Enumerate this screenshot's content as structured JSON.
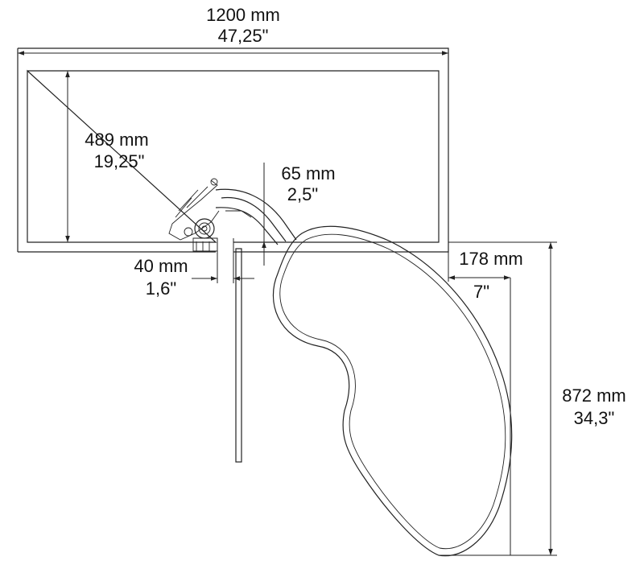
{
  "dimensions": {
    "cabinet_width": {
      "metric": "1200 mm",
      "imperial": "47,25\""
    },
    "cabinet_depth": {
      "metric": "489 mm",
      "imperial": "19,25\""
    },
    "hinge_offset": {
      "metric": "65 mm",
      "imperial": "2,5\""
    },
    "post_offset": {
      "metric": "40 mm",
      "imperial": "1,6\""
    },
    "shelf_overhang": {
      "metric": "178 mm",
      "imperial": "7\""
    },
    "shelf_extension": {
      "metric": "872 mm",
      "imperial": "34,3\""
    }
  },
  "colors": {
    "line": "#222222",
    "background": "#ffffff"
  }
}
